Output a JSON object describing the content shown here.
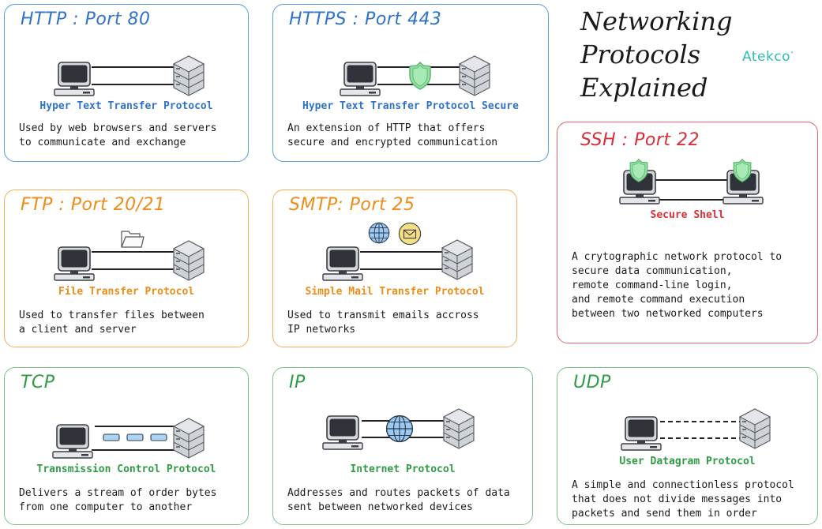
{
  "header": {
    "title_lines": [
      "Networking",
      "Protocols",
      "Explained"
    ],
    "brand": "Atekco",
    "brand_mark": "°"
  },
  "colors": {
    "blue": "#2f72c9",
    "orange": "#ee8c1a",
    "green": "#2f9b45",
    "red": "#d92f36",
    "brand": "#2bbfae",
    "shield": "#8fe0a0",
    "globe": "#9cc9f3",
    "mail": "#f5df86",
    "packet": "#a9d4f5"
  },
  "cards": {
    "http": {
      "title": "HTTP : Port 80",
      "subtitle": "Hyper Text Transfer Protocol",
      "desc": "Used by web browsers and servers\nto communicate and exchange",
      "icons": [
        "computer-icon",
        "server-icon"
      ]
    },
    "https": {
      "title": "HTTPS : Port 443",
      "subtitle": "Hyper Text Transfer Protocol Secure",
      "desc": "An extension of HTTP that offers\nsecure and encrypted communication",
      "icons": [
        "computer-icon",
        "shield-icon",
        "server-icon"
      ]
    },
    "ssh": {
      "title": "SSH : Port 22",
      "subtitle": "Secure Shell",
      "desc": "A crytographic network protocol to\nsecure data communication,\nremote command-line login,\nand remote command execution\nbetween two networked computers",
      "icons": [
        "computer-icon",
        "shield-icon",
        "computer-icon",
        "shield-icon"
      ]
    },
    "ftp": {
      "title": "FTP : Port 20/21",
      "subtitle": "File Transfer Protocol",
      "desc": "Used to transfer files between\na client and server",
      "icons": [
        "computer-icon",
        "folder-icon",
        "server-icon"
      ]
    },
    "smtp": {
      "title": "SMTP: Port 25",
      "subtitle": "Simple Mail Transfer Protocol",
      "desc": "Used to transmit emails accross\nIP networks",
      "icons": [
        "computer-icon",
        "globe-icon",
        "mail-icon",
        "server-icon"
      ]
    },
    "tcp": {
      "title": "TCP",
      "subtitle": "Transmission Control Protocol",
      "desc": "Delivers a stream of order bytes\nfrom one computer to another",
      "icons": [
        "computer-icon",
        "packet-icon",
        "server-icon"
      ]
    },
    "ip": {
      "title": "IP",
      "subtitle": "Internet Protocol",
      "desc": "Addresses and routes packets of data\nsent between networked devices",
      "icons": [
        "computer-icon",
        "globe-icon",
        "server-icon"
      ]
    },
    "udp": {
      "title": "UDP",
      "subtitle": "User Datagram Protocol",
      "desc": "A simple and connectionless protocol\nthat does not divide messages into\npackets and send them in order",
      "icons": [
        "computer-icon",
        "server-icon"
      ]
    }
  }
}
